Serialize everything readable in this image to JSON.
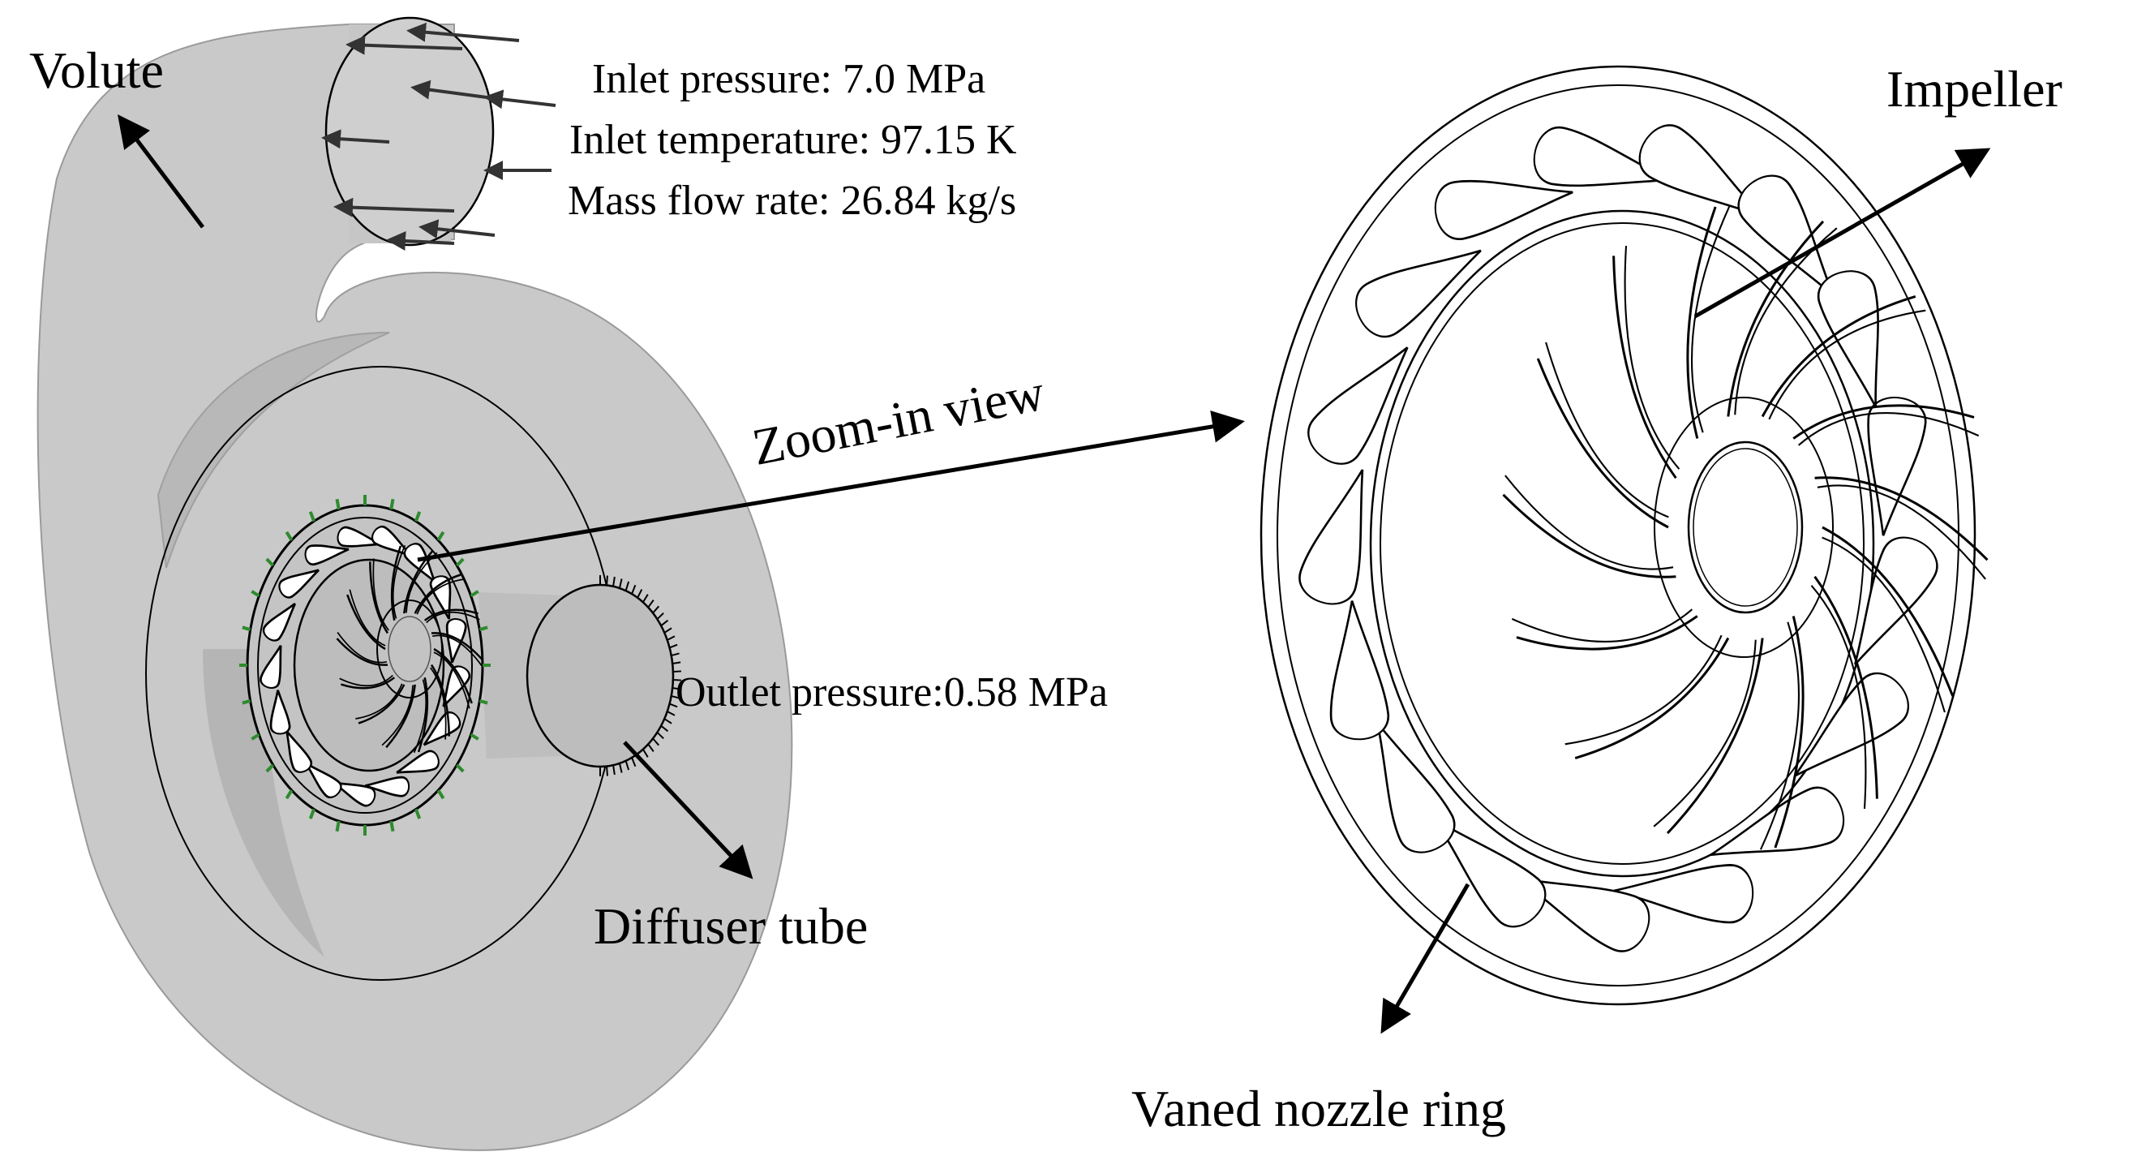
{
  "labels": {
    "volute": "Volute",
    "inlet_pressure": "Inlet pressure: 7.0 MPa",
    "inlet_temperature": "Inlet temperature: 97.15 K",
    "mass_flow_rate": "Mass flow rate: 26.84 kg/s",
    "outlet_pressure": "Outlet pressure:0.58 MPa",
    "diffuser_tube": "Diffuser tube",
    "zoom_in_view": "Zoom-in view",
    "impeller": "Impeller",
    "vaned_nozzle_ring": "Vaned nozzle ring"
  },
  "colors": {
    "casing_fill": "#c8c8c8",
    "casing_shade": "#b4b4b4",
    "line": "#000000",
    "boundary_marker": "#2e8b2e"
  }
}
